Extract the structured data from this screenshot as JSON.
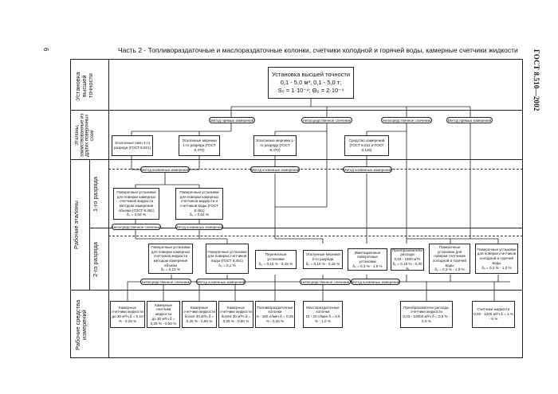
{
  "page_number": "6",
  "standard": "ГОСТ 8.510—2002",
  "part_title": "Часть 2 - Топливораздаточные и маслораздаточные колонки, счетчики холодной и горячей воды, камерные счетчики жидкости",
  "sections": {
    "top": "Установка высшей точности",
    "compare": "Эталоны, заимствованные из других поверочных схем",
    "working_etalons": "Рабочие эталоны",
    "grade1": "1-го разряда",
    "grade2": "2-го разряда",
    "instruments": "Рабочие средства измерений"
  },
  "main_box": {
    "l1": "Установка высшей точности",
    "l2": "0,1 - 5,0 м³; 0,1 - 5,0 т;",
    "l3": "S₀ = 1·10⁻⁴; Θ₀ = 2·10⁻⁴"
  },
  "methods": {
    "direct": "Метод прямых измерений",
    "compare": "Непосредственное сличение",
    "volume": "Метод косвенных измерений"
  },
  "borrowed": [
    {
      "t": "Эталонные пикн 4-го разряда (ГОСТ 8.021)"
    },
    {
      "t": "Эталонные мерники 1-го разряда (ГОСТ 8.470)"
    },
    {
      "t": "Эталонные мерники 1-го разряда (ГОСТ 8.470)"
    },
    {
      "t": "Средство измерений (ГОСТ 8.022 и ГОСТ 8.129)"
    }
  ],
  "grade1_boxes": [
    {
      "t": "Поверочные установки для поверки камерных счетчиков жидкости методом измерения объема (ГОСТ 8.451)",
      "d": "δ₀ = 0,04 %"
    },
    {
      "t": "Поверочные установки для поверки камерных счетчиков жидкости и счетчиков воды (ГОСТ 8.451)",
      "d": "δ₀ = 0,04 %"
    }
  ],
  "grade2_boxes": [
    {
      "t": "Поверочные установки для поверки камерных счетчиков жидкости методом измерения объема",
      "d": "δ₀ = 0,15 %"
    },
    {
      "t": "Поверочные установки для поверки счетчиков воды (ГОСТ 8.451)",
      "d": "δ₀ = 0,1 %"
    },
    {
      "t": "Переносные установки",
      "d": "δ₀ = 0,10 % - 0,15 %"
    },
    {
      "t": "Эталонные мерники 2-го разряда",
      "d": "δ₀ = 0,10 % - 0,15 %"
    },
    {
      "t": "Имитационные поверочные установки",
      "d": "δ₀ = 0,3 % - 1,0 %"
    },
    {
      "t": "Преобразователи расхода",
      "d": "0,03 - 1400 м³/ч  δ₀ = 0,15 % - 0,30 %"
    },
    {
      "t": "Поверочные установки для поверки счетчиков холодной и горячей воды",
      "d": "δ₀ = 0,3 % - 1,0 %"
    },
    {
      "t": "Поверочные установки для поверки счетчиков холодной и горячей воды",
      "d": "δ₀ = 0,3 % - 1,0 %"
    }
  ],
  "instruments": [
    {
      "t": "Камерные счетчики жидкости",
      "d": "до 30 м³/ч  δ = 0,10 % - 0,25 %"
    },
    {
      "t": "Камерные счетчики жидкости",
      "d": "до 30 м³/ч  δ = 0,25 % - 0,50 %"
    },
    {
      "t": "Камерные счетчики жидкости",
      "d": "более 30 м³/ч  δ = 0,25 % - 0,50 %"
    },
    {
      "t": "Камерные счетчики жидкости",
      "d": "более 30 м³/ч  δ = 0,25 % - 0,50 %"
    },
    {
      "t": "Топливораздаточные колонки",
      "d": "5 - 160 л/мин  δ = 0,25 % - 0,40 %"
    },
    {
      "t": "Маслораздаточные колонки",
      "d": "10 - 20 л/мин  δ = 0,5 % - 1,0 %"
    },
    {
      "t": "Преобразователи расхода, счетчики жидкости",
      "d": "0,03 - 10000 м³/ч  δ = 0,5 % - 2,5 %"
    },
    {
      "t": "Счетчики жидкости",
      "d": "0,06 - 1200 м³/ч  δ = 1 % - 5 %"
    }
  ]
}
